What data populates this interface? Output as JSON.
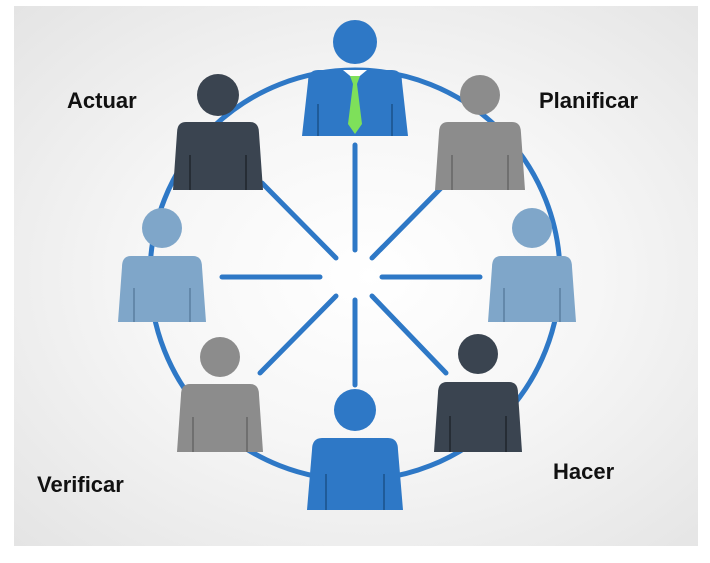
{
  "labels": {
    "actuar": "Actuar",
    "planificar": "Planificar",
    "hacer": "Hacer",
    "verificar": "Verificar"
  },
  "colors": {
    "ring": "#2e78c6",
    "spokes": "#2e78c6",
    "leader_suit": "#2e78c6",
    "leader_tie": "#7ee05a",
    "dark_figure": "#3a4450",
    "gray_figure": "#8c8c8c",
    "light_blue_figure": "#7fa6c9",
    "blue_figure": "#2e78c6"
  },
  "figures": [
    {
      "id": "top-leader",
      "color": "blue_figure",
      "tie": true
    },
    {
      "id": "planificar-person",
      "color": "gray_figure"
    },
    {
      "id": "right-person",
      "color": "light_blue_figure"
    },
    {
      "id": "hacer-person",
      "color": "dark_figure"
    },
    {
      "id": "bottom-person",
      "color": "blue_figure"
    },
    {
      "id": "verificar-person",
      "color": "gray_figure"
    },
    {
      "id": "left-person",
      "color": "light_blue_figure"
    },
    {
      "id": "actuar-person",
      "color": "dark_figure"
    }
  ]
}
